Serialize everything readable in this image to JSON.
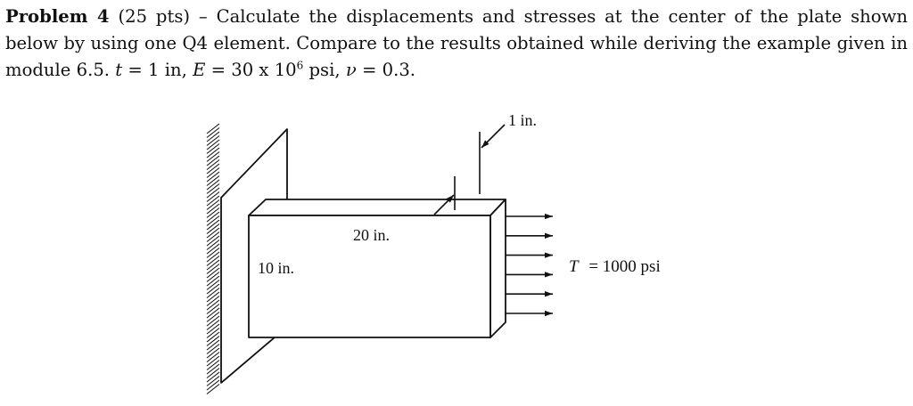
{
  "problem": {
    "label": "Problem 4",
    "points": "(25 pts)",
    "statement": "– Calculate the displacements and stresses at the center of the plate shown below by using one Q4 element. Compare to the results obtained while deriving the example given in module 6.5.",
    "t_symbol": "t",
    "t_value": " = 1 in, ",
    "e_symbol": "E",
    "e_value": " = 30 x 10",
    "e_exponent": "6",
    "e_unit": " psi, ",
    "nu_symbol": "ν",
    "nu_value": " = 0.3."
  },
  "figure": {
    "thickness_label": "1 in.",
    "length_label": "20 in.",
    "height_label": "10 in.",
    "traction_symbol": "T",
    "traction_value": "= 1000 psi",
    "traction_arrow_count": 6
  }
}
